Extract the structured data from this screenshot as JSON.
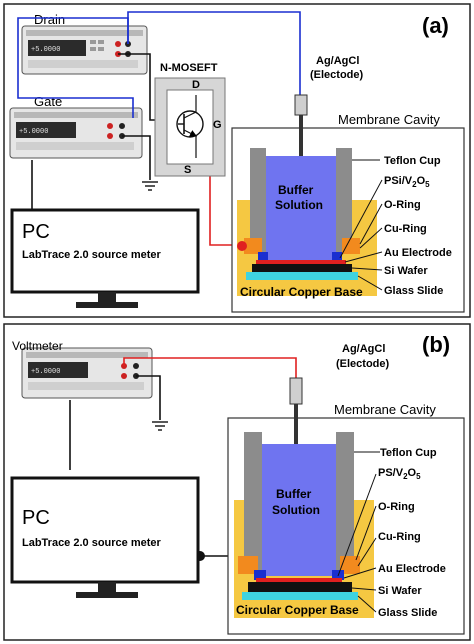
{
  "panel_a": {
    "tag": "(a)",
    "drain_label": "Drain",
    "gate_label": "Gate",
    "mosfet_label": "N-MOSEFT",
    "mosfet_d": "D",
    "mosfet_g": "G",
    "mosfet_s": "S",
    "electrode_line1": "Ag/AgCl",
    "electrode_line2": "(Electode)",
    "cavity_title": "Membrane Cavity",
    "buffer_line1": "Buffer",
    "buffer_line2": "Solution",
    "base_label": "Circular Copper Base",
    "pc_title": "PC",
    "pc_subtitle": "LabTrace 2.0 source meter",
    "meter_reading_1": "+5.0000",
    "meter_reading_2": "+5.0000",
    "callouts": {
      "teflon": "Teflon Cup",
      "psi_prefix": "PSi/V",
      "psi_sub1": "2",
      "psi_mid": "O",
      "psi_sub2": "5",
      "oring": "O-Ring",
      "curing": "Cu-Ring",
      "au": "Au Electrode",
      "si": "Si Wafer",
      "glass": "Glass Slide"
    }
  },
  "panel_b": {
    "tag": "(b)",
    "voltmeter_label": "Voltmeter",
    "electrode_line1": "Ag/AgCl",
    "electrode_line2": "(Electode)",
    "cavity_title": "Membrane Cavity",
    "buffer_line1": "Buffer",
    "buffer_line2": "Solution",
    "base_label": "Circular Copper Base",
    "pc_title": "PC",
    "pc_subtitle": "LabTrace 2.0 source meter",
    "meter_reading": "+5.0000",
    "callouts": {
      "teflon": "Teflon Cup",
      "psi_prefix": "PS/V",
      "psi_sub1": "2",
      "psi_mid": "O",
      "psi_sub2": "5",
      "oring": "O-Ring",
      "curing": "Cu-Ring",
      "au": "Au Electrode",
      "si": "Si Wafer",
      "glass": "Glass Slide"
    }
  },
  "colors": {
    "buffer": "#6f74f0",
    "teflon": "#8c8c8c",
    "copper_base": "#f5c842",
    "orange": "#f28a1e",
    "blue_wire": "#1a2fd0",
    "red_wire": "#e02020",
    "cyan": "#3fd3e0"
  }
}
